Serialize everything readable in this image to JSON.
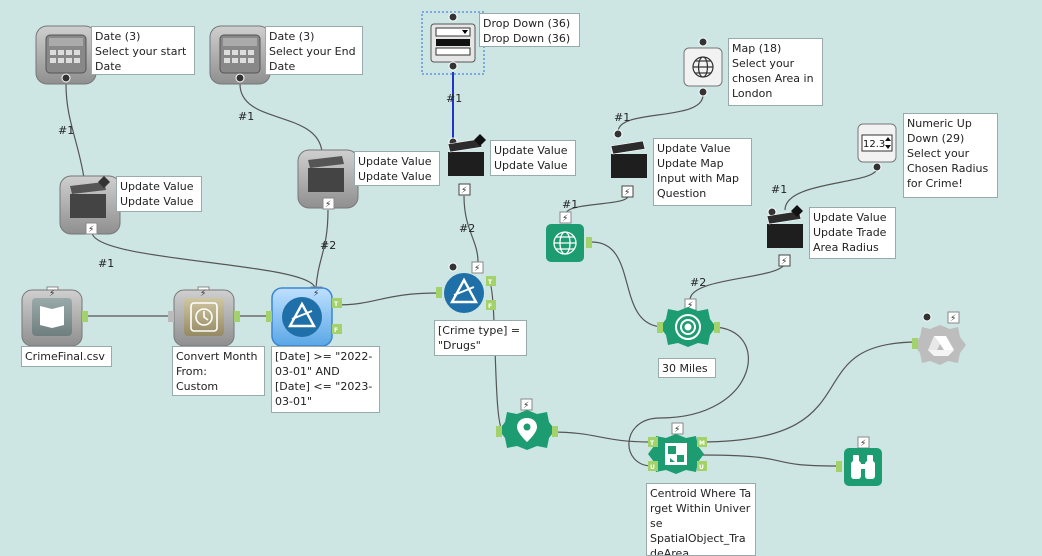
{
  "canvas": {
    "background": "#cde6e4"
  },
  "tools": {
    "date_start": {
      "icon": "calendar-icon",
      "annotation": "Date (3)\nSelect your start Date"
    },
    "date_end": {
      "icon": "calendar-icon",
      "annotation": "Date (3)\nSelect your End Date"
    },
    "dropdown": {
      "icon": "dropdown-icon",
      "annotation": "Drop Down (36)\nDrop Down (36)"
    },
    "map": {
      "icon": "globe-icon",
      "annotation": "Map (18)\nSelect your chosen Area in London"
    },
    "numeric": {
      "icon": "numeric-up-down-icon",
      "value": "12.3",
      "annotation": "Numeric Up Down (29)\nSelect your Chosen Radius for Crime!"
    },
    "action_start": {
      "icon": "clapperboard-icon",
      "annotation": "Update Value\nUpdate Value"
    },
    "action_end": {
      "icon": "clapperboard-icon",
      "annotation": "Update Value\nUpdate Value"
    },
    "action_dropdown": {
      "icon": "clapperboard-icon",
      "annotation": "Update Value\nUpdate Value"
    },
    "action_map": {
      "icon": "clapperboard-icon",
      "annotation": "Update Value\nUpdate Map Input with Map Question"
    },
    "action_radius": {
      "icon": "clapperboard-icon",
      "annotation": "Update Value\nUpdate Trade Area Radius"
    },
    "input": {
      "icon": "book-icon",
      "annotation": "CrimeFinal.csv"
    },
    "convert": {
      "icon": "clock-icon",
      "annotation": "Convert Month From:\nCustom"
    },
    "filter_date": {
      "icon": "filter-icon",
      "annotation": "[Date] >= \"2022-03-01\" AND\n[Date] <= \"2023-03-01\""
    },
    "filter_crime": {
      "icon": "filter-icon",
      "annotation": "[Crime type] =\n\"Drugs\""
    },
    "map_input": {
      "icon": "globe-icon"
    },
    "trade_area": {
      "icon": "target-icon",
      "annotation": "30 Miles"
    },
    "create_points": {
      "icon": "map-pin-icon"
    },
    "spatial_match": {
      "icon": "spatial-match-icon",
      "annotation": "Centroid Where Target Within Universe\nSpatialObject_TradeArea"
    },
    "output": {
      "icon": "drive-icon"
    },
    "browse": {
      "icon": "binoculars-icon"
    }
  },
  "connection_labels": {
    "date_start_action": "#1",
    "date_end_action": "#1",
    "dropdown_action": "#1",
    "map_action": "#1",
    "numeric_action": "#1",
    "action_start_filter": "#1",
    "action_end_filter": "#2",
    "action_dropdown_filter": "#2",
    "action_map_input": "#1",
    "action_radius_trade": "#2"
  },
  "anchors": {
    "true": "T",
    "false": "F",
    "target": "T",
    "universe": "U",
    "matched": "M",
    "unmatched": "U"
  },
  "colors": {
    "filter_blue": "#1f6fa8",
    "spatial_green": "#1d9c72",
    "inactive_gray": "#a8a8a8",
    "anchor_green": "#a3d26b",
    "selected_blue": "#4d9de0",
    "interface_blue": "#2233cc",
    "action_dark": "#1e1e1e"
  }
}
